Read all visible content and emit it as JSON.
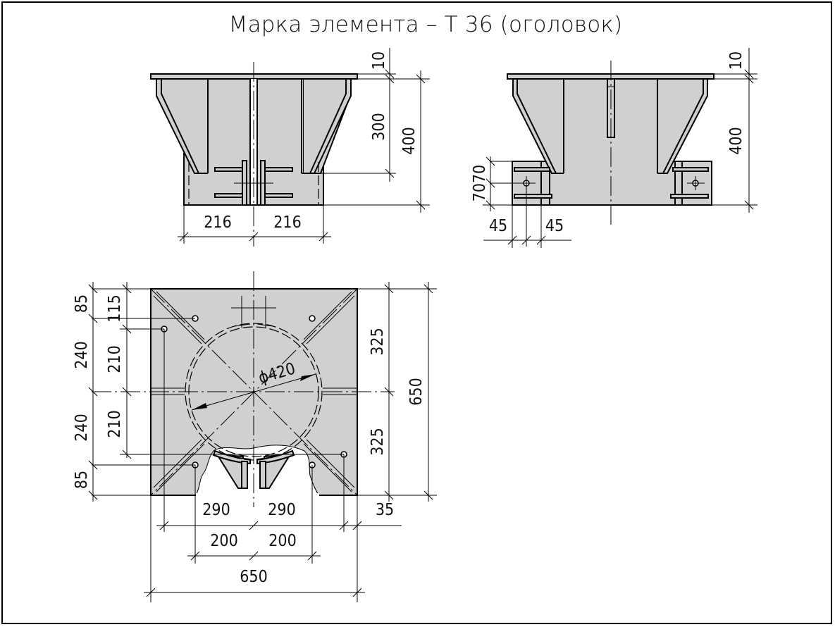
{
  "title": "Марка элемента – Т 36 (оголовок)",
  "colors": {
    "fill": "#d0d0d0",
    "line": "#000000",
    "background": "#ffffff"
  },
  "front_view": {
    "dims": {
      "plate_thickness": "10",
      "rib_height": "300",
      "total_height": "400",
      "half_width_left": "216",
      "half_width_right": "216"
    }
  },
  "side_view": {
    "dims": {
      "plate_thickness": "10",
      "total_height": "400",
      "bolt_spacing_vertical": "7070",
      "bolt_offset_left": "45",
      "bolt_offset_right": "45"
    }
  },
  "plan_view": {
    "diameter_label": "ϕ420",
    "dims_left_outer": [
      "85",
      "240",
      "240",
      "85"
    ],
    "dims_left_inner": [
      "115",
      "210",
      "210"
    ],
    "dims_right": [
      "325",
      "325"
    ],
    "dims_right_total": "650",
    "dims_bottom_row1": [
      "290",
      "290"
    ],
    "dims_bottom_row1_extra": "35",
    "dims_bottom_row2": [
      "200",
      "200"
    ],
    "dims_bottom_total": "650"
  }
}
